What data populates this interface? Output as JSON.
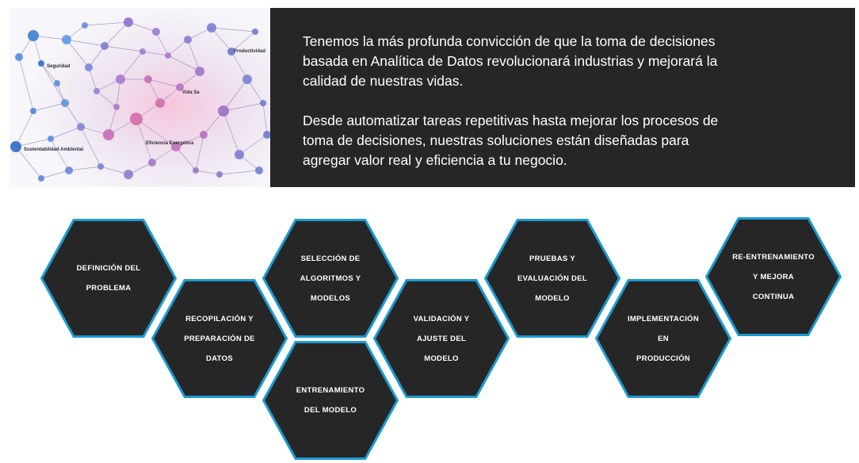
{
  "banner": {
    "image_labels": [
      "Seguridad",
      "Productividad",
      "Vida Sa",
      "Eficiencia Energética",
      "Sustentabilidad Ambiental"
    ],
    "paragraphs": [
      "Tenemos la más profunda convicción de  que  la toma de decisiones\nbasada en Analítica de Datos  revolucionará  industrias  y  mejorará la\ncalidad  de nuestras vidas.",
      "Desde automatizar tareas repetitivas hasta mejorar los procesos de\ntoma de decisiones, nuestras soluciones están diseñadas para\nagregar valor real  y eficiencia a tu negocio."
    ]
  },
  "process": {
    "steps": [
      "DEFINICIÓN DEL\nPROBLEMA",
      "RECOPILACIÓN Y\nPREPARACIÓN DE\nDATOS",
      "SELECCIÓN DE\nALGORITMOS Y\nMODELOS",
      "ENTRENAMIENTO\nDEL MODELO",
      "VALIDACIÓN Y\nAJUSTE DEL\nMODELO",
      "PRUEBAS Y\nEVALUACIÓN DEL\nMODELO",
      "IMPLEMENTACIÓN\nEN\nPRODUCCIÓN",
      "RE-ENTRENAMIENTO\nY MEJORA\nCONTINUA"
    ]
  },
  "colors": {
    "panel_bg": "#262626",
    "hex_fill": "#262626",
    "hex_border": "#1b9ad2",
    "text_light": "#ffffff"
  }
}
